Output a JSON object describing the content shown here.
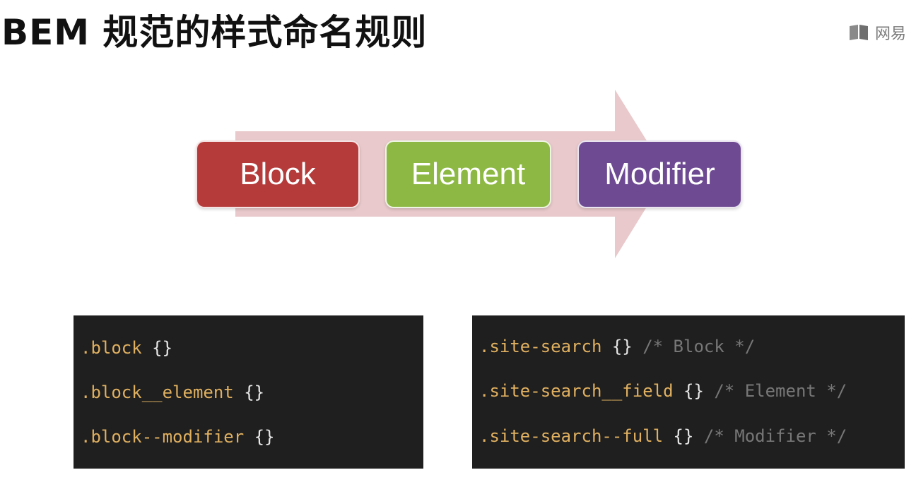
{
  "title": "BEM 规范的样式命名规则",
  "watermark": {
    "icon": "book-icon",
    "text": "网易"
  },
  "diagram": {
    "arrow_color": "#e9c9cb",
    "steps": [
      {
        "label": "Block",
        "color": "#b53a3a"
      },
      {
        "label": "Element",
        "color": "#8db843"
      },
      {
        "label": "Modifier",
        "color": "#6e4a93"
      }
    ]
  },
  "code_left": {
    "lines": [
      {
        "selector": ".block",
        "braces": "{}"
      },
      {
        "selector": ".block__element",
        "braces": "{}"
      },
      {
        "selector": ".block--modifier",
        "braces": "{}"
      }
    ]
  },
  "code_right": {
    "lines": [
      {
        "selector": ".site-search",
        "braces": "{}",
        "comment": "/* Block */"
      },
      {
        "selector": ".site-search__field",
        "braces": "{}",
        "comment": "/* Element */"
      },
      {
        "selector": ".site-search--full",
        "braces": "{}",
        "comment": "/* Modifier */"
      }
    ]
  },
  "colors": {
    "code_background": "#1f1f1f",
    "selector": "#e0b060",
    "comment": "#777777"
  }
}
